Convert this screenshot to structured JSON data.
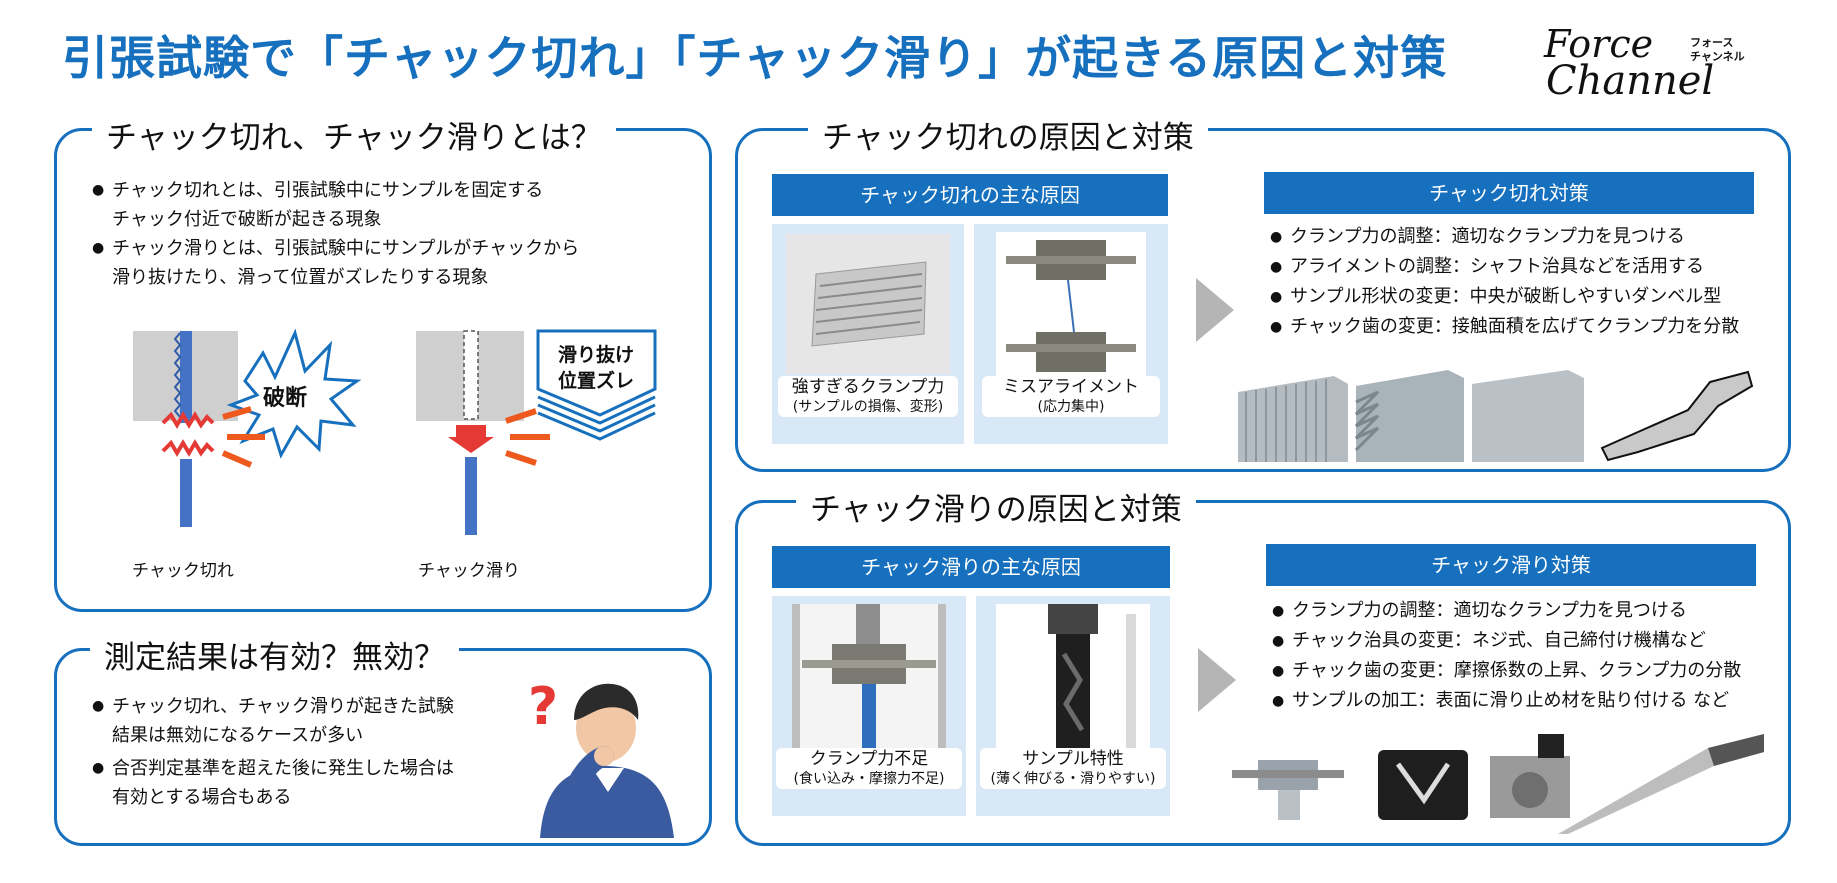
{
  "title": "引張試験で「チャック切れ」「チャック滑り」が起きる原因と対策",
  "logo": {
    "line1": "Force",
    "line2": "Channel",
    "kana1": "フォース",
    "kana2": "チャンネル"
  },
  "definition": {
    "heading": "チャック切れ、チャック滑りとは？",
    "bullets": [
      [
        "チャック切れとは、引張試験中にサンプルを固定する",
        "チャック付近で破断が起きる現象"
      ],
      [
        "チャック滑りとは、引張試験中にサンプルがチャックから",
        "滑り抜けたり、滑って位置がズレたりする現象"
      ]
    ],
    "burst_label": "破断",
    "slip_box_line1": "滑り抜け",
    "slip_box_line2": "位置ズレ",
    "label_break": "チャック切れ",
    "label_slip": "チャック滑り"
  },
  "validity": {
    "heading": "測定結果は有効？無効？",
    "bullets": [
      [
        "チャック切れ、チャック滑りが起きた試験",
        "結果は無効になるケースが多い"
      ],
      [
        "合否判定基準を超えた後に発生した場合は",
        "有効とする場合もある"
      ]
    ]
  },
  "break_section": {
    "heading": "チャック切れの原因と対策",
    "causes_bar": "チャック切れの主な原因",
    "photos": [
      {
        "main": "強すぎるクランプ力",
        "sub": "(サンプルの損傷、変形)"
      },
      {
        "main": "ミスアライメント",
        "sub": "(応力集中)"
      }
    ],
    "measures_bar": "チャック切れ対策",
    "measures": [
      "クランプ力の調整：適切なクランプ力を見つける",
      "アライメントの調整：シャフト治具などを活用する",
      "サンプル形状の変更：中央が破断しやすいダンベル型",
      "チャック歯の変更：接触面積を広げてクランプ力を分散"
    ]
  },
  "slip_section": {
    "heading": "チャック滑りの原因と対策",
    "causes_bar": "チャック滑りの主な原因",
    "photos": [
      {
        "main": "クランプ力不足",
        "sub": "(食い込み・摩擦力不足)"
      },
      {
        "main": "サンプル特性",
        "sub": "(薄く伸びる・滑りやすい)"
      }
    ],
    "measures_bar": "チャック滑り対策",
    "measures": [
      "クランプ力の調整：適切なクランプ力を見つける",
      "チャック治具の変更：ネジ式、自己締付け機構など",
      "チャック歯の変更：摩擦係数の上昇、クランプ力の分散",
      "サンプルの加工：表面に滑り止め材を貼り付ける など"
    ]
  },
  "colors": {
    "accent": "#1670be",
    "danger": "#e53935",
    "orange": "#ee5a1e",
    "sample": "#4472c4"
  }
}
